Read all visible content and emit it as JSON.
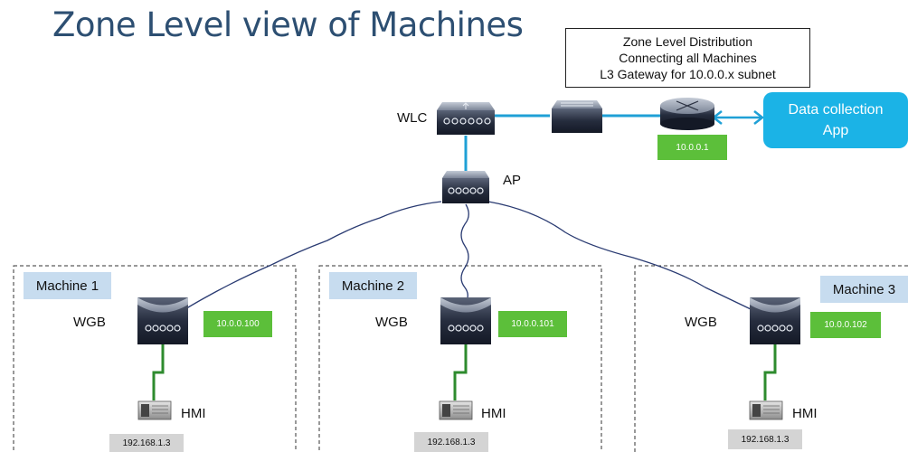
{
  "title": "Zone Level view of Machines",
  "distribution": {
    "lines": [
      "Zone Level Distribution",
      "Connecting all Machines",
      "L3 Gateway for 10.0.0.x subnet"
    ]
  },
  "app": {
    "line1": "Data collection",
    "line2": "App"
  },
  "wlc_label": "WLC",
  "ap_label": "AP",
  "router_ip": "10.0.0.1",
  "machines": [
    {
      "label": "Machine 1",
      "wgb_label": "WGB",
      "wgb_ip": "10.0.0.100",
      "hmi_label": "HMI",
      "hmi_ip": "192.168.1.3"
    },
    {
      "label": "Machine 2",
      "wgb_label": "WGB",
      "wgb_ip": "10.0.0.101",
      "hmi_label": "HMI",
      "hmi_ip": "192.168.1.3"
    },
    {
      "label": "Machine 3",
      "wgb_label": "WGB",
      "wgb_ip": "10.0.0.102",
      "hmi_label": "HMI",
      "hmi_ip": "192.168.1.3"
    }
  ],
  "colors": {
    "title": "#2d4f72",
    "link_blue": "#1fa0d6",
    "wired_green": "#2e8b2e",
    "ip_green": "#5cbf3a",
    "machine_label_bg": "#c7dcef",
    "app_bg": "#1bb3e6",
    "device_dark": "#1e2536"
  }
}
